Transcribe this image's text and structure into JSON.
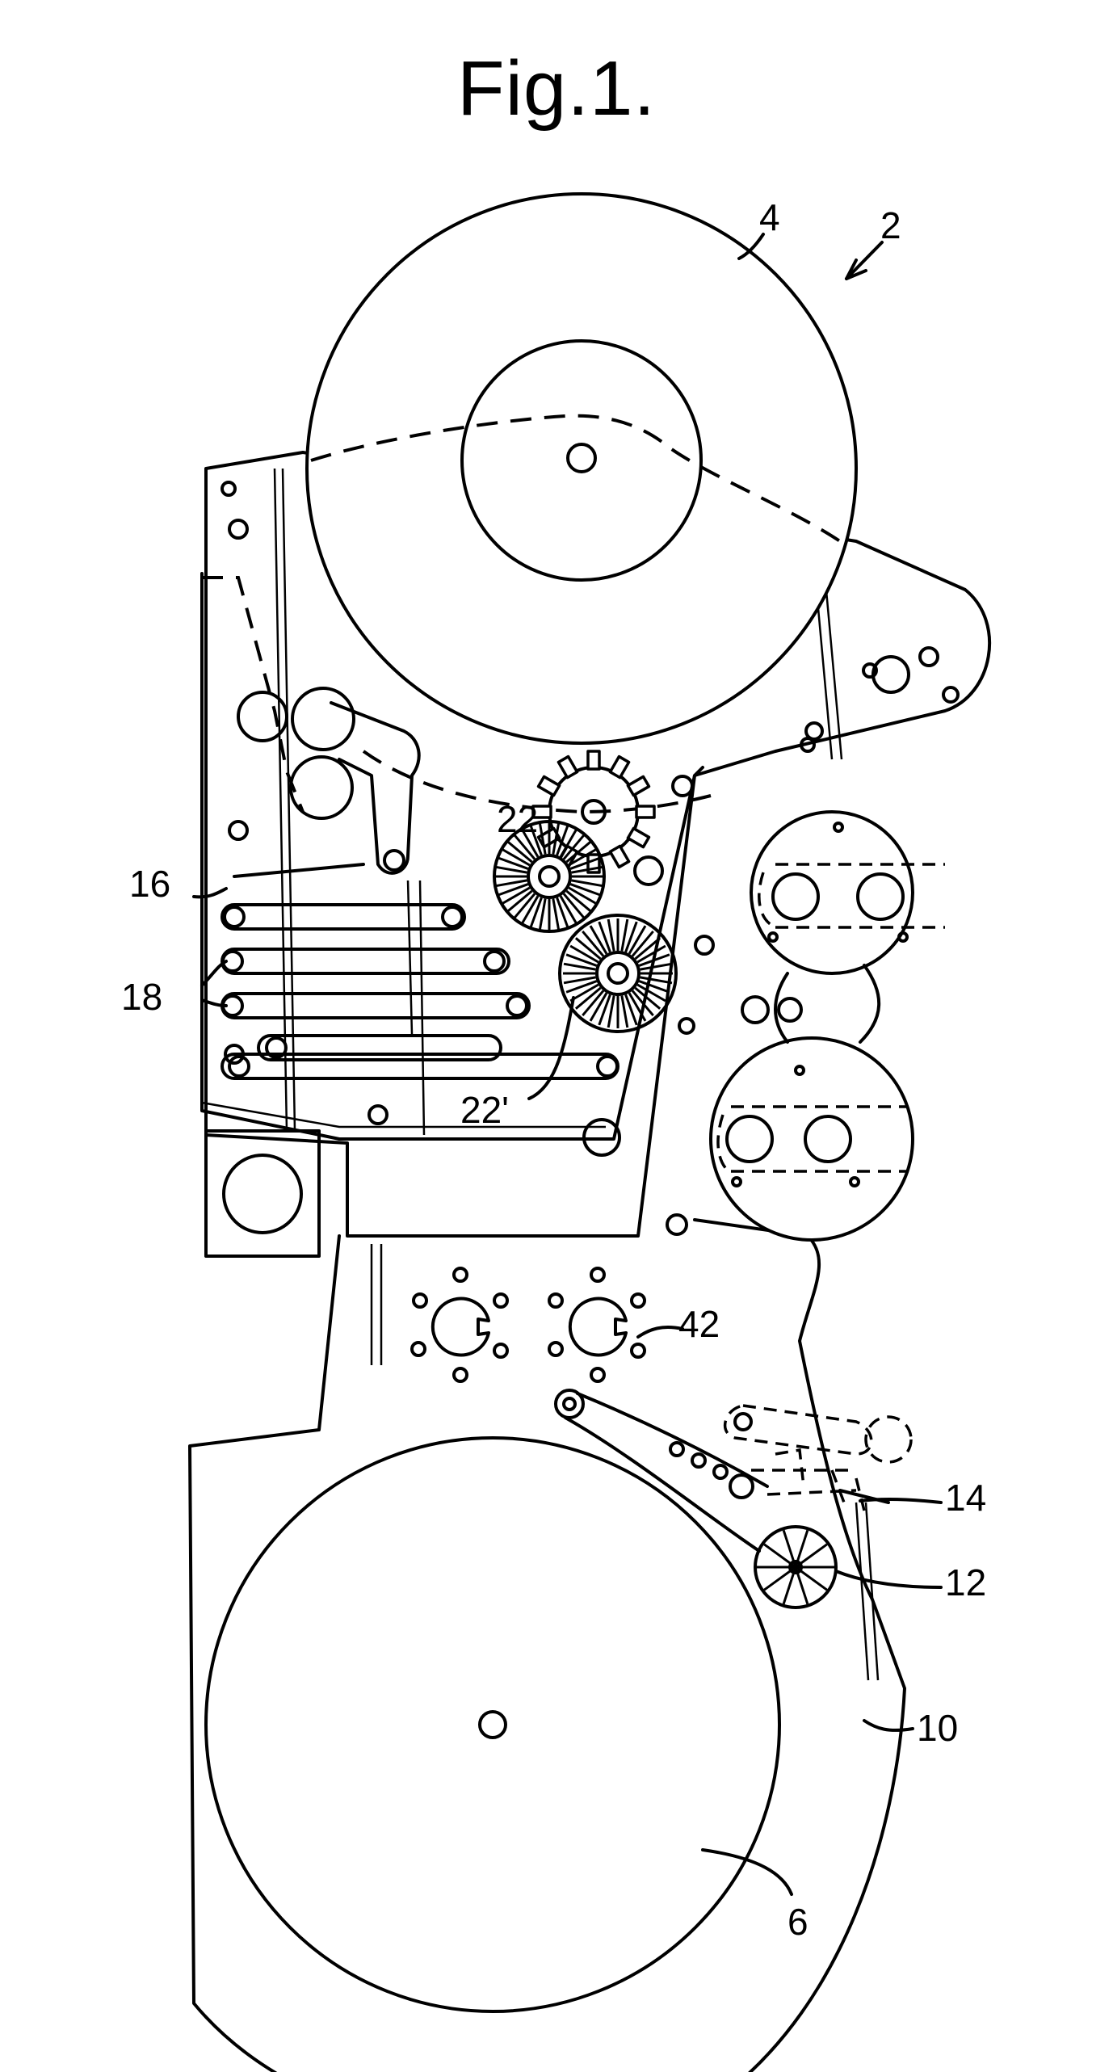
{
  "figure": {
    "title": "Fig.1.",
    "labels": {
      "l2": "2",
      "l4": "4",
      "l6": "6",
      "l10": "10",
      "l12": "12",
      "l14": "14",
      "l16": "16",
      "l18": "18",
      "l22": "22",
      "l22p": "22'",
      "l42": "42"
    }
  }
}
